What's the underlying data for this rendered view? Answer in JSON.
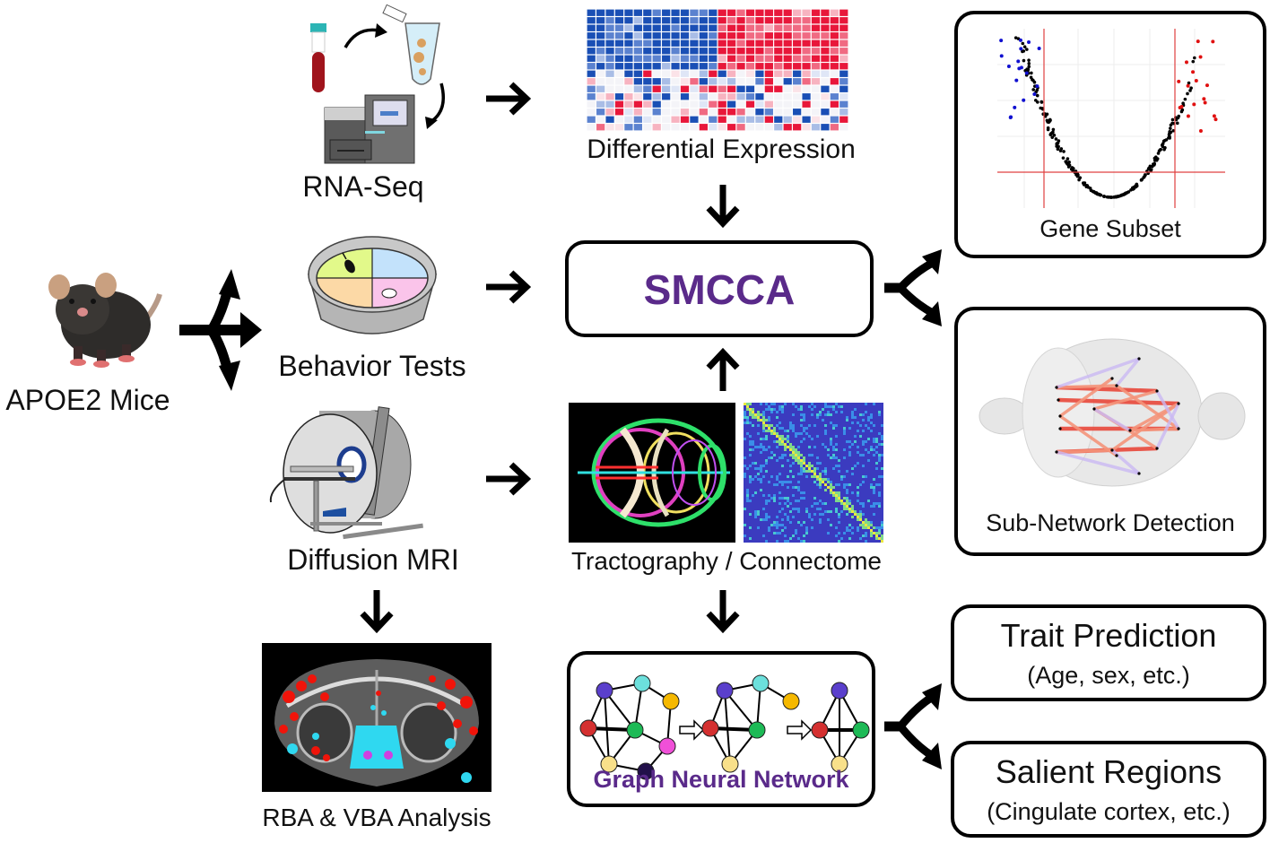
{
  "diagram": {
    "source": {
      "label": "APOE2 Mice",
      "icon": "mouse-photo"
    },
    "inputs": [
      {
        "id": "rna",
        "label": "RNA-Seq",
        "icon": "sequencer-icon"
      },
      {
        "id": "behavior",
        "label": "Behavior Tests",
        "icon": "water-maze-icon"
      },
      {
        "id": "mri",
        "label": "Diffusion MRI",
        "icon": "mri-scanner-icon"
      }
    ],
    "intermediate": [
      {
        "id": "de",
        "label": "Differential Expression",
        "icon": "heatmap-icon"
      },
      {
        "id": "tract",
        "label": "Tractography / Connectome",
        "icon": "tractography-image"
      },
      {
        "id": "rba",
        "label": "RBA & VBA Analysis",
        "icon": "brain-slice-image"
      }
    ],
    "core": {
      "smcca": "SMCCA",
      "gnn": "Graph Neural Network"
    },
    "outputs": [
      {
        "id": "gene",
        "label": "Gene Subset"
      },
      {
        "id": "subnet",
        "label": "Sub-Network Detection"
      },
      {
        "id": "trait",
        "title": "Trait Prediction",
        "subtitle": "(Age, sex, etc.)"
      },
      {
        "id": "salient",
        "title": "Salient Regions",
        "subtitle": "(Cingulate cortex, etc.)"
      }
    ],
    "colors": {
      "accent_purple": "#5a2a8a",
      "heat_blue": "#1a4fb5",
      "heat_red": "#e8173a",
      "connectome_bg": "#3b3bbf",
      "volcano_up": "#e01010",
      "volcano_down": "#1010d0"
    }
  }
}
